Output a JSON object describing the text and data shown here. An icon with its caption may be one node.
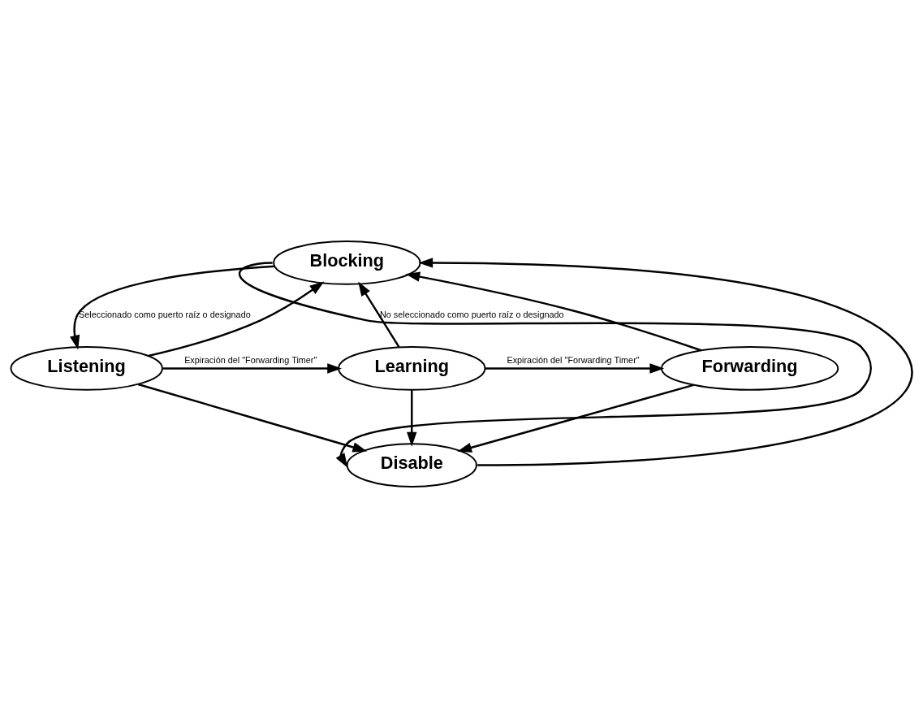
{
  "diagram": {
    "nodes": [
      {
        "text": [
          "Blocking"
        ]
      },
      {
        "text": [
          "Listening"
        ]
      },
      {
        "text": [
          "Learning"
        ]
      },
      {
        "text": [
          "Forwarding"
        ]
      },
      {
        "text": [
          "Disable"
        ]
      }
    ],
    "edges": [
      {
        "from": 0,
        "to": 1,
        "arrow": "to",
        "label": "Seleccionado como puerto raíz o designado"
      },
      {
        "from": 1,
        "to": 0,
        "arrow": "to"
      },
      {
        "from": 2,
        "to": 0,
        "arrow": "to",
        "label": "No seleccionado como puerto raíz o designado"
      },
      {
        "from": 3,
        "to": 0,
        "arrow": "to"
      },
      {
        "from": 1,
        "to": 2,
        "arrow": "to",
        "label": "Expiración del \"Forwarding Timer\""
      },
      {
        "from": 2,
        "to": 3,
        "arrow": "to",
        "label": "Expiración del \"Forwarding Timer\""
      },
      {
        "from": 1,
        "to": 4,
        "arrow": "to"
      },
      {
        "from": 2,
        "to": 4,
        "arrow": "to"
      },
      {
        "from": 3,
        "to": 4,
        "arrow": "to"
      },
      {
        "from": 0,
        "to": 4,
        "arrow": "to"
      },
      {
        "from": 4,
        "to": 0,
        "arrow": "to"
      }
    ]
  }
}
